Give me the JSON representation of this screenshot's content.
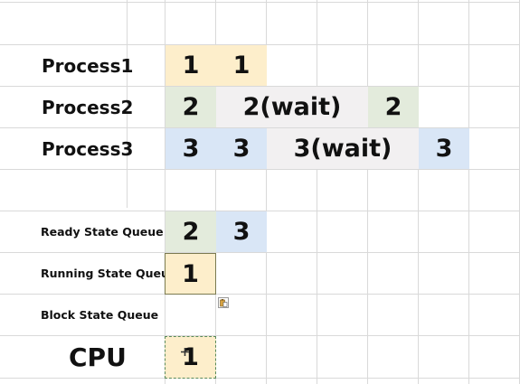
{
  "processes": [
    {
      "name": "Process1",
      "cells": [
        "1",
        "1"
      ]
    },
    {
      "name": "Process2",
      "cells": [
        "2",
        "2(wait)",
        "2"
      ]
    },
    {
      "name": "Process3",
      "cells": [
        "3",
        "3",
        "3(wait)",
        "3"
      ]
    }
  ],
  "queues": {
    "ready_label": "Ready State Queue",
    "ready_cells": [
      "2",
      "3"
    ],
    "running_label": "Running State Queue",
    "running_cells": [
      "1"
    ],
    "block_label": "Block State Queue"
  },
  "cpu": {
    "label": "CPU",
    "value": "1"
  },
  "colors": {
    "orange": "#fdeecb",
    "green": "#e3ebdc",
    "gray": "#f2f0f1",
    "blue": "#d9e6f6",
    "gridline": "#d9d9d9"
  },
  "icons": [
    "paste-options-icon",
    "cursor-icon"
  ]
}
